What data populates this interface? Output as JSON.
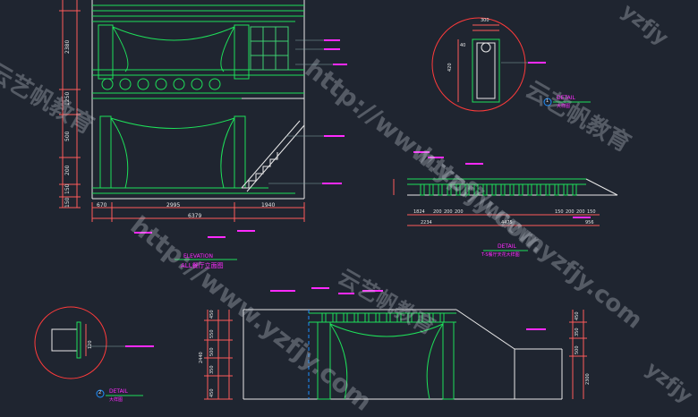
{
  "drawing": {
    "elevation": {
      "tag": "ELEVATION",
      "name": "ALL餐厅立面图"
    },
    "stair_detail": {
      "tag": "DETAIL",
      "name": "T-S餐厅天花大样图"
    },
    "top_detail": {
      "number": "1",
      "tag": "DETAIL",
      "name": "大样图"
    },
    "left_detail": {
      "number": "2",
      "tag": "DETAIL",
      "name": "大样图"
    }
  },
  "dimensions": {
    "elev_vertical": [
      "2380",
      "1250",
      "500",
      "200",
      "150",
      "150"
    ],
    "elev_bottom_row1": [
      "670",
      "2995",
      "1940"
    ],
    "elev_bottom_row2": [
      "6379"
    ],
    "rail_row1": [
      "1824",
      "200",
      "200",
      "200",
      "150",
      "200",
      "200",
      "150"
    ],
    "rail_row2": [
      "2234",
      "4475",
      "956"
    ],
    "bottom_vertical": [
      "450",
      "550",
      "500",
      "350",
      "450"
    ],
    "bottom_overall": "2440",
    "right_vertical": [
      "450",
      "350",
      "500",
      "2300"
    ],
    "top_detail_dims": [
      "300",
      "40",
      "420"
    ],
    "left_detail_dims": [
      "120"
    ]
  },
  "watermarks": [
    "http://www.yzfjy.com",
    "云艺帆教育",
    "yzfjy"
  ]
}
